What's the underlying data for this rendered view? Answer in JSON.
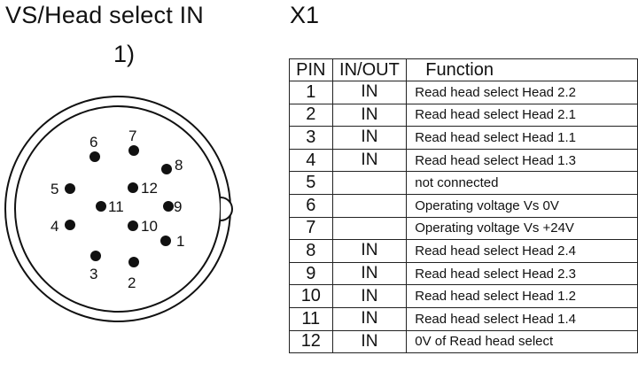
{
  "header": {
    "title": "VS/Head select IN",
    "connector_id": "X1",
    "sub_label": "1)"
  },
  "connector": {
    "pins": [
      {
        "label": "1"
      },
      {
        "label": "2"
      },
      {
        "label": "3"
      },
      {
        "label": "4"
      },
      {
        "label": "5"
      },
      {
        "label": "6"
      },
      {
        "label": "7"
      },
      {
        "label": "8"
      },
      {
        "label": "9"
      },
      {
        "label": "10"
      },
      {
        "label": "11"
      },
      {
        "label": "12"
      }
    ]
  },
  "table": {
    "headers": [
      "PIN",
      "IN/OUT",
      "Function"
    ],
    "rows": [
      {
        "pin": "1",
        "io": "IN",
        "fn": "Read head select Head 2.2"
      },
      {
        "pin": "2",
        "io": "IN",
        "fn": "Read head select Head 2.1"
      },
      {
        "pin": "3",
        "io": "IN",
        "fn": "Read head select Head 1.1"
      },
      {
        "pin": "4",
        "io": "IN",
        "fn": "Read head select Head 1.3"
      },
      {
        "pin": "5",
        "io": "",
        "fn": "not connected"
      },
      {
        "pin": "6",
        "io": "",
        "fn": "Operating voltage Vs 0V"
      },
      {
        "pin": "7",
        "io": "",
        "fn": "Operating voltage Vs +24V"
      },
      {
        "pin": "8",
        "io": "IN",
        "fn": "Read head select Head 2.4"
      },
      {
        "pin": "9",
        "io": "IN",
        "fn": "Read head select Head 2.3"
      },
      {
        "pin": "10",
        "io": "IN",
        "fn": "Read head select Head 1.2"
      },
      {
        "pin": "11",
        "io": "IN",
        "fn": "Read head select Head 1.4"
      },
      {
        "pin": "12",
        "io": "IN",
        "fn": "0V of Read head select"
      }
    ]
  }
}
